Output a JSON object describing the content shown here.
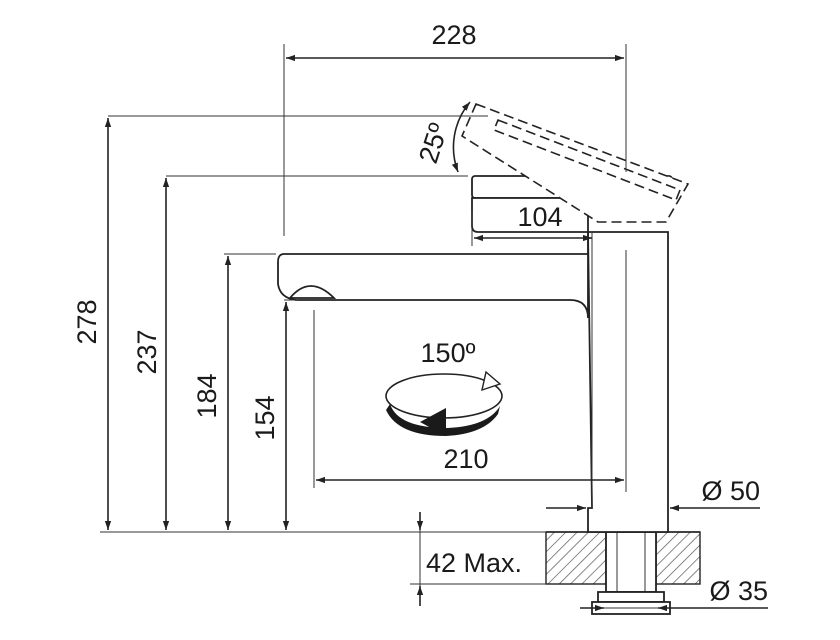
{
  "dimensions": {
    "top_width": "228",
    "angle": "25º",
    "spout_reach": "104",
    "total_height": "278",
    "height_237": "237",
    "height_184": "184",
    "height_154": "154",
    "rotation": "150º",
    "reach_210": "210",
    "diameter_body": "Ø 50",
    "diameter_shank": "Ø 35",
    "counter_max": "42 Max."
  }
}
